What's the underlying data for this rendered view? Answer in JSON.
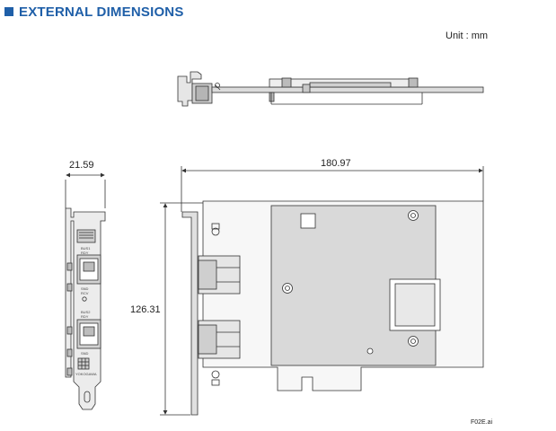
{
  "heading": {
    "title": "EXTERNAL DIMENSIONS",
    "accent_color": "#1f5fa8"
  },
  "unit_label": "Unit : mm",
  "dimensions": {
    "bracket_width": "21.59",
    "board_length": "180.97",
    "board_height": "126.31"
  },
  "bracket_labels": {
    "bus1": "BUS1",
    "bus1_rdy": "RDY",
    "bus1_snd": "SND",
    "bus1_rcv": "RCV",
    "bus2": "BUS2",
    "bus2_rdy": "RDY",
    "bus2_snd": "SND",
    "brand": "YOKOGAWA"
  },
  "figure_id": "F02E.ai",
  "line_color": "#333333",
  "fill_color": "#d9d9d9"
}
